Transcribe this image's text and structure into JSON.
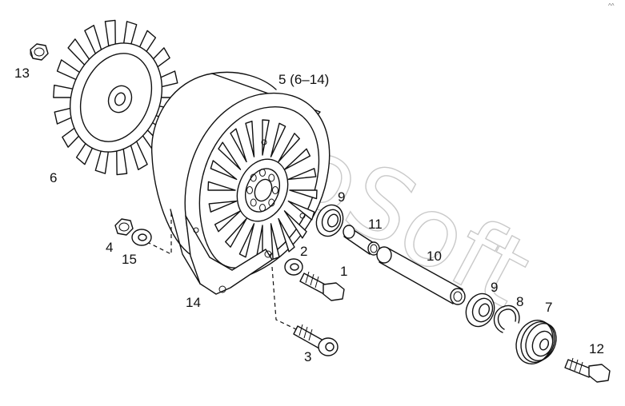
{
  "watermark": "AboSoft",
  "corner_mark": "^^",
  "callouts": [
    {
      "id": "13",
      "text": "13"
    },
    {
      "id": "6",
      "text": "6"
    },
    {
      "id": "5",
      "text": "5 (6–14)"
    },
    {
      "id": "9a",
      "text": "9"
    },
    {
      "id": "11",
      "text": "11"
    },
    {
      "id": "4",
      "text": "4"
    },
    {
      "id": "15",
      "text": "15"
    },
    {
      "id": "2",
      "text": "2"
    },
    {
      "id": "1",
      "text": "1"
    },
    {
      "id": "10",
      "text": "10"
    },
    {
      "id": "9b",
      "text": "9"
    },
    {
      "id": "8",
      "text": "8"
    },
    {
      "id": "7",
      "text": "7"
    },
    {
      "id": "14",
      "text": "14"
    },
    {
      "id": "3",
      "text": "3"
    },
    {
      "id": "12",
      "text": "12"
    }
  ]
}
